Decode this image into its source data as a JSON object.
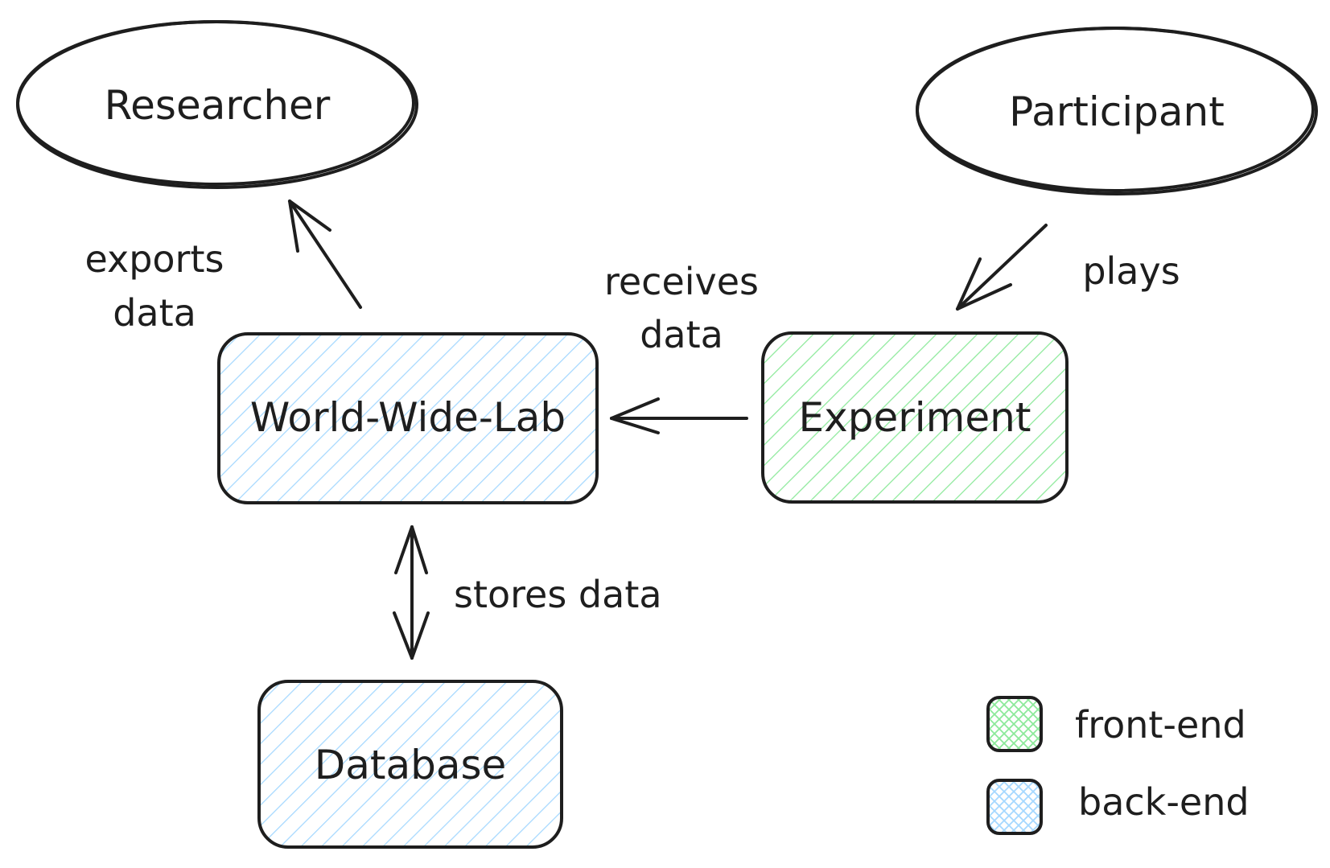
{
  "nodes": {
    "researcher": {
      "label": "Researcher"
    },
    "participant": {
      "label": "Participant"
    },
    "world_wide_lab": {
      "label": "World-Wide-Lab",
      "group": "back-end"
    },
    "experiment": {
      "label": "Experiment",
      "group": "front-end"
    },
    "database": {
      "label": "Database",
      "group": "back-end"
    }
  },
  "edges": {
    "exports": {
      "label_line1": "exports",
      "label_line2": "data"
    },
    "receives": {
      "label_line1": "receives",
      "label_line2": "data"
    },
    "plays": {
      "label": "plays"
    },
    "stores": {
      "label": "stores data"
    }
  },
  "legend": {
    "front_end": {
      "label": "front-end",
      "color": "#8ce99a"
    },
    "back_end": {
      "label": "back-end",
      "color": "#a5d8ff"
    }
  },
  "colors": {
    "stroke": "#1e1e1e",
    "front_end_fill": "#8ce99a",
    "back_end_fill": "#a5d8ff"
  }
}
